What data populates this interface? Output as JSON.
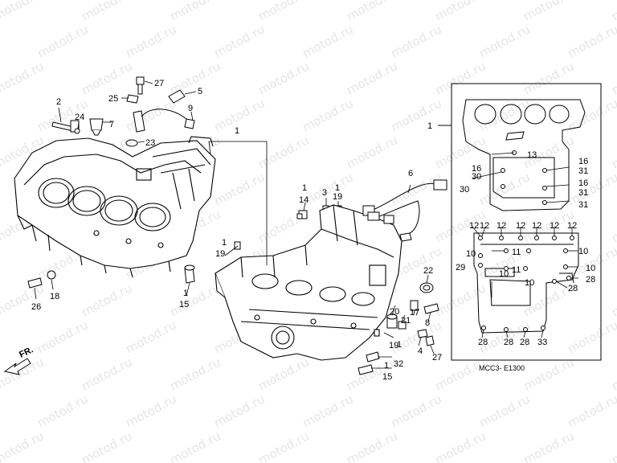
{
  "watermark": "motod.ru",
  "reference_code": "MCC3- E1300",
  "front_marker": "FR.",
  "callouts": {
    "c1a": "1",
    "c1b": "1",
    "c1c": "1",
    "c1d": "1",
    "c1e": "1",
    "c1f": "1",
    "c1g": "1",
    "c1h": "1",
    "c2": "2",
    "c3": "3",
    "c4": "4",
    "c5": "5",
    "c6": "6",
    "c7": "7",
    "c8": "8",
    "c9": "9",
    "c10a": "10",
    "c10b": "10",
    "c10c": "10",
    "c10d": "10",
    "c10e": "10",
    "c11a": "11",
    "c11b": "11",
    "c12a": "12",
    "c12b": "12",
    "c12c": "12",
    "c12d": "12",
    "c12e": "12",
    "c12f": "12",
    "c12g": "12",
    "c13": "13",
    "c14": "14",
    "c15a": "15",
    "c15b": "15",
    "c16a": "16",
    "c16b": "16",
    "c16c": "16",
    "c17": "17",
    "c18": "18",
    "c19a": "19",
    "c19b": "19",
    "c19c": "19",
    "c20": "20",
    "c21": "21",
    "c22": "22",
    "c23": "23",
    "c24": "24",
    "c25": "25",
    "c26": "26",
    "c27a": "27",
    "c27b": "27",
    "c28a": "28",
    "c28b": "28",
    "c28c": "28",
    "c28d": "28",
    "c28e": "28",
    "c28f": "28",
    "c29": "29",
    "c30a": "30",
    "c30b": "30",
    "c31a": "31",
    "c31b": "31",
    "c31c": "31",
    "c32": "32",
    "c33": "33"
  }
}
